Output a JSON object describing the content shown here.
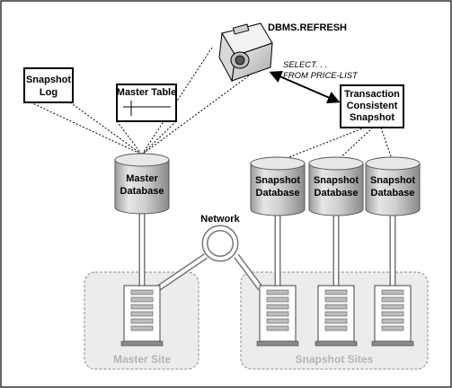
{
  "diagram": {
    "refresh_label": "DBMS.REFRESH",
    "query_line1": "SELECT. . .",
    "query_line2": "FROM PRICE-LIST",
    "snapshot_log": [
      "Snapshot",
      "Log"
    ],
    "master_table": "Master Table",
    "transaction_snapshot": [
      "Transaction",
      "Consistent",
      "Snapshot"
    ],
    "master_db": [
      "Master",
      "Database"
    ],
    "snapshot_db": [
      "Snapshot",
      "Database"
    ],
    "network": "Network",
    "master_site": "Master Site",
    "snapshot_sites": "Snapshot Sites"
  }
}
